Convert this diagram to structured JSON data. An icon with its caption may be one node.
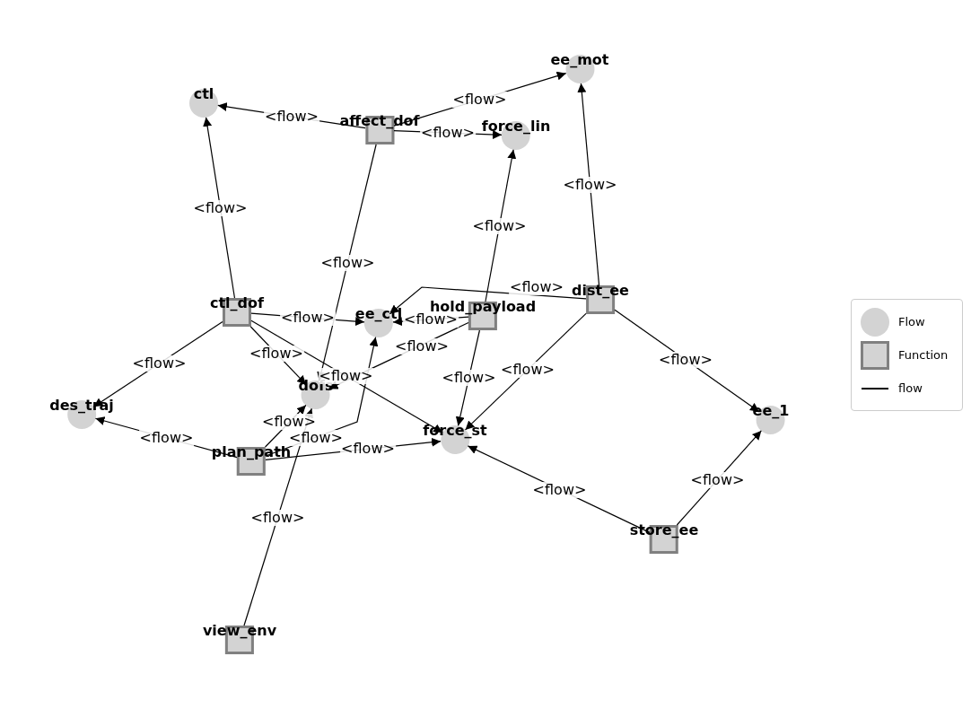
{
  "diagram": {
    "nodes": [
      {
        "text": [
          "ctl"
        ]
      },
      {
        "text": [
          "ee_mot"
        ]
      },
      {
        "text": [
          "affect_dof"
        ]
      },
      {
        "text": [
          "force_lin"
        ]
      },
      {
        "text": [
          "ctl_dof"
        ]
      },
      {
        "text": [
          "ee_ctl"
        ]
      },
      {
        "text": [
          "hold_payload"
        ]
      },
      {
        "text": [
          "dist_ee"
        ]
      },
      {
        "text": [
          "des_traj"
        ]
      },
      {
        "text": [
          "dofs"
        ]
      },
      {
        "text": [
          "force_st"
        ]
      },
      {
        "text": [
          "ee_1"
        ]
      },
      {
        "text": [
          "plan_path"
        ]
      },
      {
        "text": [
          "store_ee"
        ]
      },
      {
        "text": [
          "view_env"
        ]
      }
    ],
    "edges": [
      {
        "from": 2,
        "to": 0,
        "arrow": "to",
        "label": "<flow>"
      },
      {
        "from": 2,
        "to": 1,
        "arrow": "to",
        "label": "<flow>"
      },
      {
        "from": 2,
        "to": 3,
        "arrow": "to",
        "label": "<flow>"
      },
      {
        "from": 2,
        "to": 9,
        "arrow": "to",
        "label": "<flow>"
      },
      {
        "from": 4,
        "to": 0,
        "arrow": "to",
        "label": "<flow>"
      },
      {
        "from": 4,
        "to": 5,
        "arrow": "to",
        "label": "<flow>"
      },
      {
        "from": 4,
        "to": 8,
        "arrow": "to",
        "label": "<flow>"
      },
      {
        "from": 4,
        "to": 9,
        "arrow": "to",
        "label": "<flow>"
      },
      {
        "from": 4,
        "to": 10,
        "arrow": "to",
        "label": "<flow>"
      },
      {
        "from": 6,
        "to": 5,
        "arrow": "to",
        "label": "<flow>"
      },
      {
        "from": 6,
        "to": 3,
        "arrow": "to",
        "label": "<flow>"
      },
      {
        "from": 6,
        "to": 9,
        "arrow": "to",
        "label": "<flow>"
      },
      {
        "from": 6,
        "to": 10,
        "arrow": "to",
        "label": "<flow>"
      },
      {
        "from": 7,
        "to": 1,
        "arrow": "to",
        "label": "<flow>"
      },
      {
        "from": 7,
        "to": 5,
        "arrow": "to",
        "label": "<flow>"
      },
      {
        "from": 7,
        "to": 10,
        "arrow": "to",
        "label": "<flow>"
      },
      {
        "from": 7,
        "to": 11,
        "arrow": "to",
        "label": "<flow>"
      },
      {
        "from": 12,
        "to": 8,
        "arrow": "to",
        "label": "<flow>"
      },
      {
        "from": 12,
        "to": 9,
        "arrow": "to",
        "label": "<flow>"
      },
      {
        "from": 12,
        "to": 5,
        "arrow": "to",
        "label": "<flow>"
      },
      {
        "from": 12,
        "to": 10,
        "arrow": "to",
        "label": "<flow>"
      },
      {
        "from": 14,
        "to": 9,
        "arrow": "to",
        "label": "<flow>"
      },
      {
        "from": 13,
        "to": 10,
        "arrow": "to",
        "label": "<flow>"
      },
      {
        "from": 13,
        "to": 11,
        "arrow": "to",
        "label": "<flow>"
      }
    ],
    "legend": [
      {
        "text": "Flow"
      },
      {
        "text": "Function"
      },
      {
        "text": "flow"
      }
    ]
  }
}
